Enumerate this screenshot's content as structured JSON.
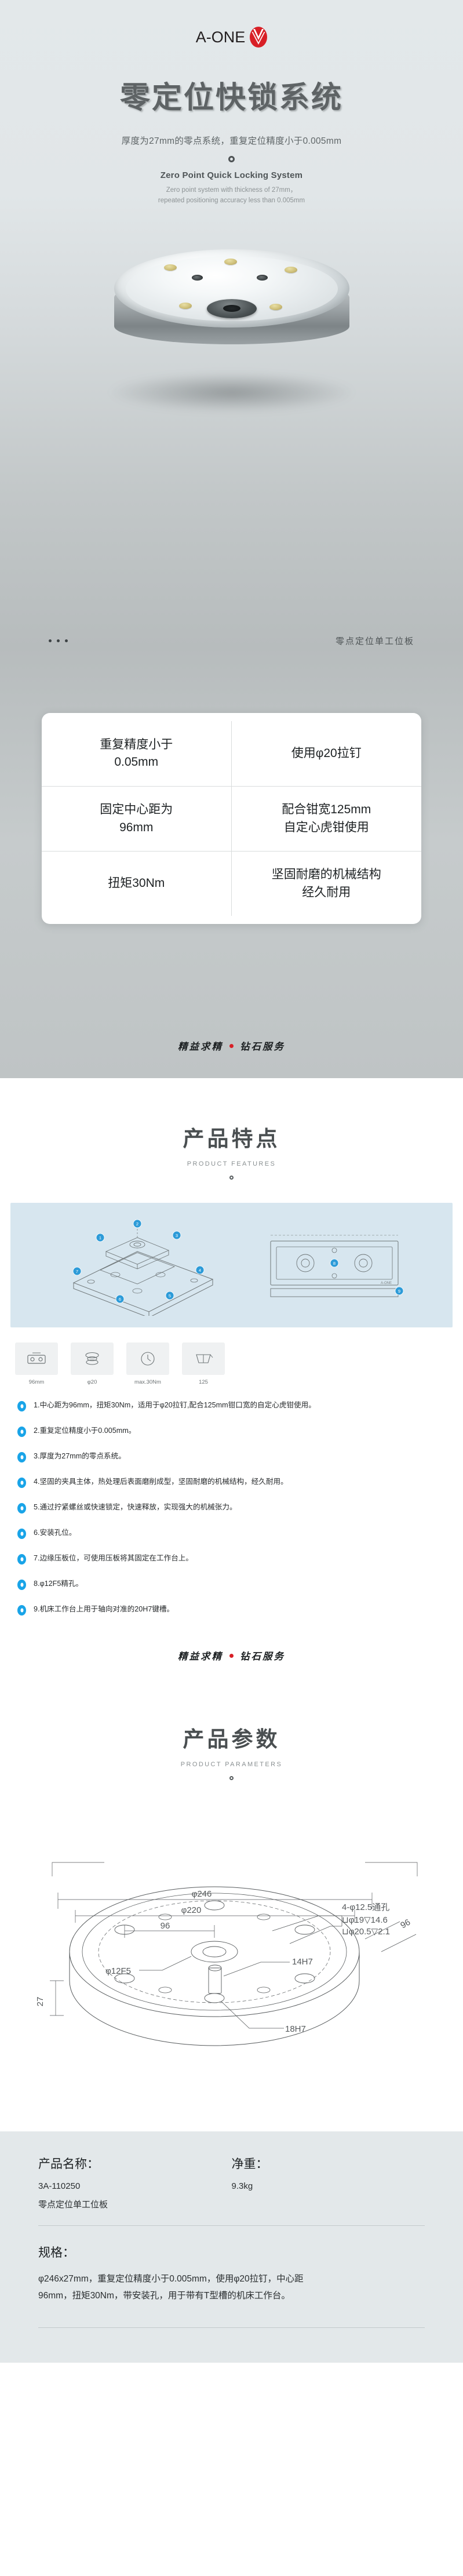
{
  "brand": {
    "name": "A-ONE",
    "logo_icon": "a-one-leaf-logo-icon",
    "accent_red": "#d81f26"
  },
  "hero": {
    "title": "零定位快锁系统",
    "subtitle_cn": "厚度为27mm的零点系统，重复定位精度小于0.005mm",
    "divider_icon": "ring-icon",
    "subtitle_en_title": "Zero Point Quick Locking System",
    "subtitle_en_line1": "Zero point system with thickness of 27mm，",
    "subtitle_en_line2": "repeated positioning accuracy less than 0.005mm",
    "product_photo_alt": "零点定位单工位板 产品实拍",
    "caption": "零点定位单工位板",
    "dots_icon": "three-dots-icon",
    "feature_cells": [
      [
        "重复精度小于\n0.05mm",
        "使用φ20拉钉"
      ],
      [
        "固定中心距为\n96mm",
        "配合钳宽125mm\n自定心虎钳使用"
      ],
      [
        "扭矩30Nm",
        "坚固耐磨的机械结构\n经久耐用"
      ]
    ],
    "tagline_left": "精益求精",
    "tagline_right": "钻石服务"
  },
  "features": {
    "title": "产品特点",
    "subtitle": "PRODUCT FEATURES",
    "diagram_alt": "零点定位单工位板 技术爆炸图与俯视图",
    "diagram_bg": "#d7e6ef",
    "icons": [
      {
        "icon": "center-distance-icon",
        "caption": "96mm"
      },
      {
        "icon": "pull-stud-icon",
        "caption": "φ20"
      },
      {
        "icon": "torque-icon",
        "caption": "max.30Nm"
      },
      {
        "icon": "vise-icon",
        "caption": "125"
      }
    ],
    "bullets": [
      "1.中心距为96mm，扭矩30Nm，适用于φ20拉钉,配合125mm钳口宽的自定心虎钳使用。",
      "2.重复定位精度小于0.005mm。",
      "3.厚度为27mm的零点系统。",
      "4.坚固的夹具主体，热处理后表面磨削成型，坚固耐磨的机械结构，经久耐用。",
      "5.通过拧紧螺丝或快速锁定，快速释放，实现强大的机械张力。",
      "6.安装孔位。",
      "7.边缘压板位，可使用压板将其固定在工作台上。",
      "8.φ12F5精孔。",
      "9.机床工作台上用于轴向对准的20H7键槽。"
    ],
    "tagline_left": "精益求精",
    "tagline_right": "钻石服务"
  },
  "parameters": {
    "title": "产品参数",
    "subtitle": "PRODUCT PARAMETERS",
    "drawing_alt": "零点定位单工位板 工程尺寸图",
    "dimensions": {
      "outer_diameter": "φ246",
      "bolt_circle": "φ220",
      "center_distance": "96",
      "pin_bore": "φ12F5",
      "keyway": "14H7",
      "keyway_bottom": "18H7",
      "thickness": "27",
      "width": "96",
      "counterbore_note_line1": "4-φ12.5通孔",
      "counterbore_note_line2": "⊔φ19▽14.6",
      "counterbore_note_line3": "⊔φ20.5▽2.1"
    }
  },
  "spec": {
    "name_label": "产品名称：",
    "name_code": "3A-110250",
    "name_cn": "零点定位单工位板",
    "weight_label": "净重：",
    "weight_value": "9.3kg",
    "spec_label": "规格：",
    "spec_line1": "φ246x27mm，重复定位精度小于0.005mm，使用φ20拉钉，中心距",
    "spec_line2": "96mm，扭矩30Nm，带安装孔，用于带有T型槽的机床工作台。"
  }
}
